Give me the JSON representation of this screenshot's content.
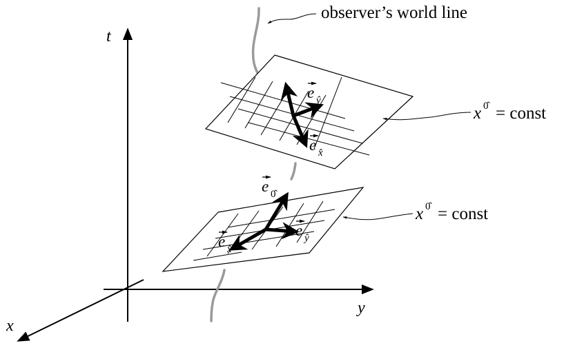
{
  "axes": {
    "t_label": "t",
    "y_label": "y",
    "x_label": "x"
  },
  "annotations": {
    "world_line": "observer’s world line",
    "upper_slice": {
      "lhs": "x",
      "sup": "0̂",
      "rhs": "= const"
    },
    "lower_slice": {
      "lhs": "x",
      "sup": "0̂",
      "rhs": "= const"
    }
  },
  "vectors": {
    "upper_ey": {
      "base": "e",
      "sub": "ŷ"
    },
    "upper_ex": {
      "base": "e",
      "sub": "x̂"
    },
    "lower_e0": {
      "base": "e",
      "sub": "0̂"
    },
    "lower_ey": {
      "base": "e",
      "sub": "ŷ"
    },
    "lower_ex": {
      "base": "e",
      "sub": "x̂"
    }
  },
  "colors": {
    "ink": "#000000",
    "world_line": "#9a9a9a"
  }
}
